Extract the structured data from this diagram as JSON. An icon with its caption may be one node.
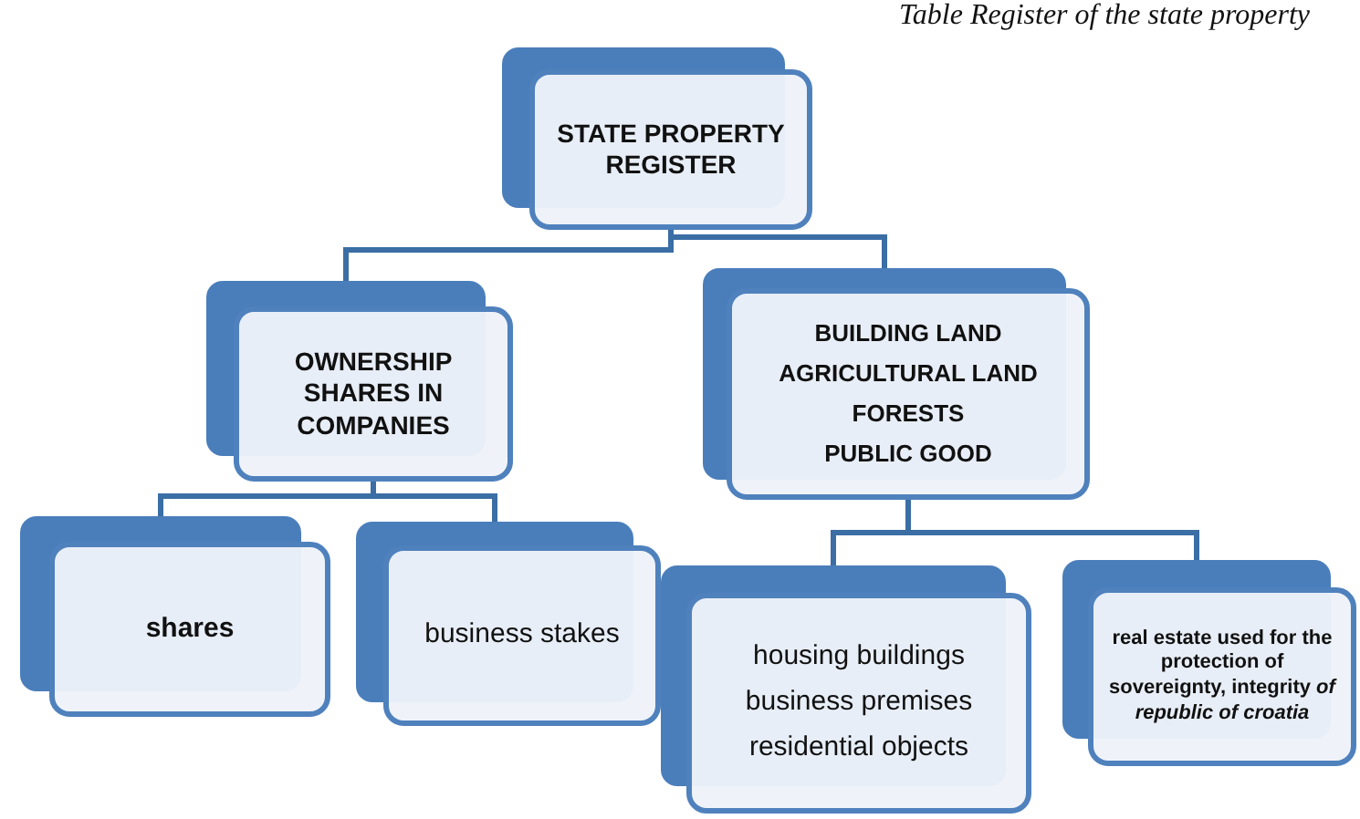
{
  "diagram": {
    "title": "Table Register of the state property",
    "nodes": [
      {
        "text": [
          "STATE PROPERTY REGISTER"
        ]
      },
      {
        "text": [
          "OWNERSHIP SHARES IN COMPANIES"
        ]
      },
      {
        "text": [
          "BUILDING LAND",
          "AGRICULTURAL LAND",
          "FORESTS",
          "PUBLIC GOOD"
        ]
      },
      {
        "text": [
          "shares"
        ]
      },
      {
        "text": [
          "business stakes"
        ]
      },
      {
        "text": [
          "housing buildings",
          "business premises",
          "residential objects"
        ]
      },
      {
        "text": [
          "real estate used for the protection of sovereignty, integrity *of republic of croatia*"
        ]
      }
    ],
    "edges": [
      {
        "from": 0,
        "to": 1,
        "arrow": "none"
      },
      {
        "from": 0,
        "to": 2,
        "arrow": "none"
      },
      {
        "from": 1,
        "to": 3,
        "arrow": "none"
      },
      {
        "from": 1,
        "to": 4,
        "arrow": "none"
      },
      {
        "from": 2,
        "to": 5,
        "arrow": "none"
      },
      {
        "from": 2,
        "to": 6,
        "arrow": "none"
      }
    ]
  }
}
